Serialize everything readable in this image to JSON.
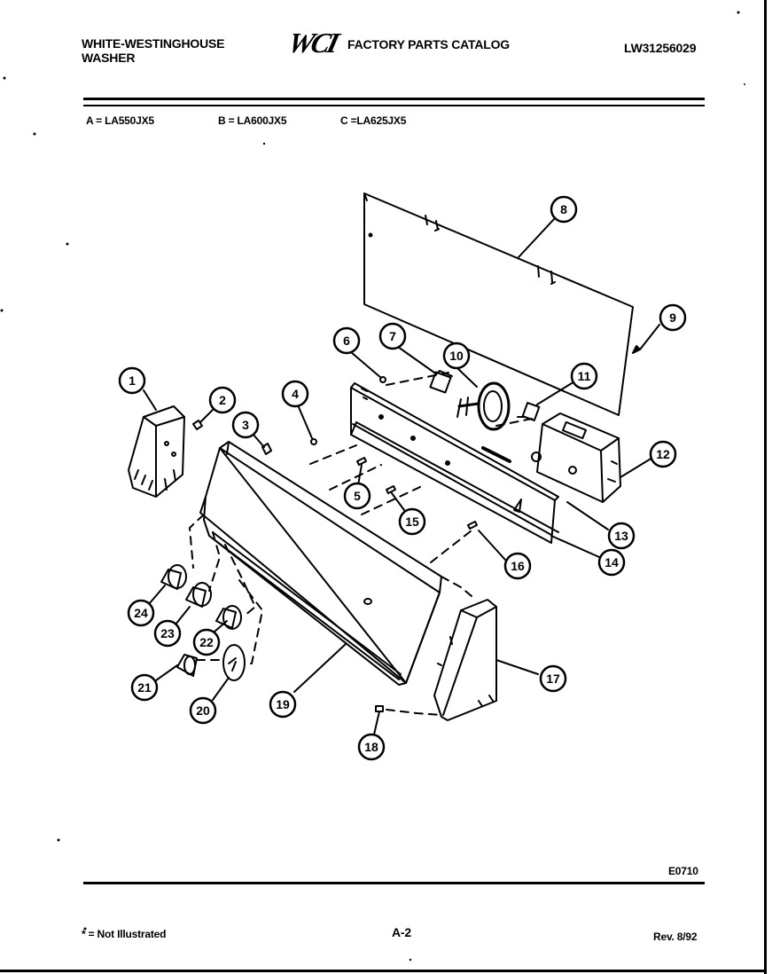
{
  "header": {
    "brand_line1": "WHITE-WESTINGHOUSE",
    "brand_line2": "WASHER",
    "logo_text": "WCI",
    "catalog_title": "FACTORY PARTS CATALOG",
    "catalog_number": "LW31256029"
  },
  "models": {
    "a": "A = LA550JX5",
    "b": "B = LA600JX5",
    "c": "C =LA625JX5"
  },
  "callouts": [
    "1",
    "2",
    "3",
    "4",
    "5",
    "6",
    "7",
    "8",
    "9",
    "10",
    "11",
    "12",
    "13",
    "14",
    "15",
    "16",
    "17",
    "18",
    "19",
    "20",
    "21",
    "22",
    "23",
    "24"
  ],
  "footer": {
    "diagram_code": "E0710",
    "note": "* = Not Illustrated",
    "page": "A-2",
    "revision": "Rev. 8/92"
  }
}
